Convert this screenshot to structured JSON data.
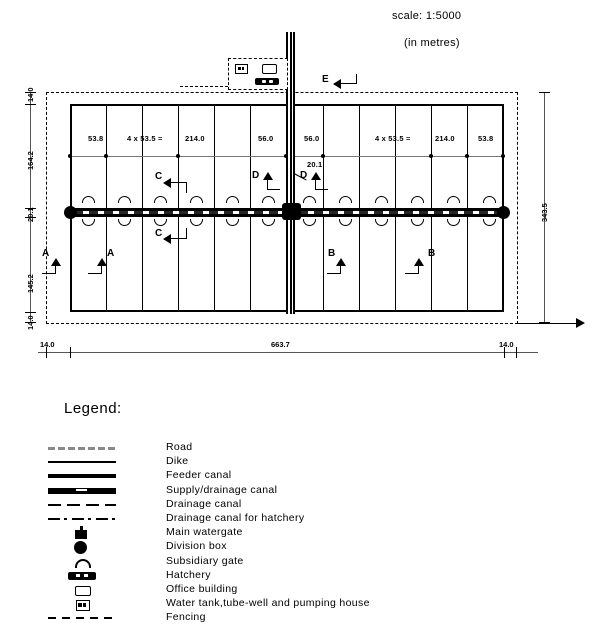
{
  "header": {
    "scale": "scale: 1:5000",
    "units": "(in metres)"
  },
  "plan": {
    "pond_dimensions_top_left": [
      "53.8",
      "4 x 53.5 =",
      "214.0",
      "56.0"
    ],
    "pond_dimensions_top_right": [
      "56.0",
      "4 x 53.5 =",
      "214.0",
      "53.8"
    ],
    "central_canal_width": "20.1",
    "left_dimensions": [
      "14.0",
      "164.2",
      "20.1",
      "145.2",
      "14.0"
    ],
    "right_dimension": "343.5",
    "bottom_dimensions": [
      "14.0",
      "663.7",
      "14.0"
    ],
    "section_markers": [
      "A",
      "A",
      "B",
      "B",
      "C",
      "C",
      "D",
      "D",
      "E"
    ]
  },
  "legend": {
    "title": "Legend:",
    "items": [
      {
        "symbol": "road",
        "label": "Road"
      },
      {
        "symbol": "dike",
        "label": "Dike"
      },
      {
        "symbol": "feeder-canal",
        "label": "Feeder canal"
      },
      {
        "symbol": "supply-drainage-canal",
        "label": "Supply/drainage canal"
      },
      {
        "symbol": "drainage-canal",
        "label": "Drainage canal"
      },
      {
        "symbol": "drainage-canal-hatchery",
        "label": "Drainage canal for  hatchery"
      },
      {
        "symbol": "main-watergate",
        "label": "Main watergate"
      },
      {
        "symbol": "division-box",
        "label": "Division box"
      },
      {
        "symbol": "subsidiary-gate",
        "label": "Subsidiary gate"
      },
      {
        "symbol": "hatchery",
        "label": "Hatchery"
      },
      {
        "symbol": "office-building",
        "label": "Office building"
      },
      {
        "symbol": "water-tank",
        "label": "Water tank,tube-well and pumping house"
      },
      {
        "symbol": "fencing",
        "label": "Fencing"
      }
    ]
  }
}
